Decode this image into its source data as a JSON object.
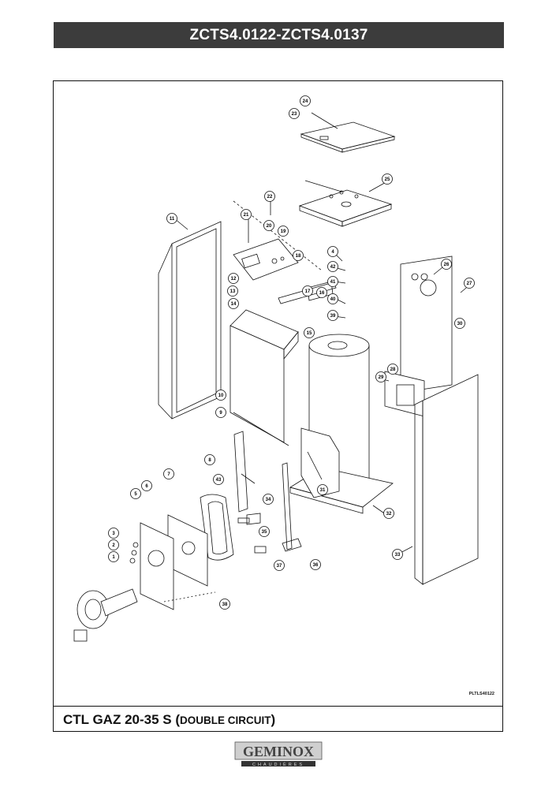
{
  "header": {
    "title": "ZCTS4.0122-ZCTS4.0137"
  },
  "caption": {
    "main": "CTL GAZ 20-35 S (",
    "smallcaps": "DOUBLE CIRCUIT",
    "close": ")"
  },
  "reference_code": "PLTLS40122",
  "logo": {
    "word": "GEMINOX",
    "tagline": "CHAUDIÈRES"
  },
  "parts": [
    "1",
    "2",
    "3",
    "4",
    "5",
    "6",
    "7",
    "8",
    "9",
    "10",
    "11",
    "12",
    "13",
    "14",
    "15",
    "16",
    "17",
    "18",
    "19",
    "20",
    "21",
    "22",
    "23",
    "24",
    "25",
    "26",
    "27",
    "28",
    "29",
    "30",
    "31",
    "32",
    "33",
    "34",
    "35",
    "36",
    "37",
    "38",
    "39",
    "40",
    "41",
    "42",
    "43"
  ],
  "colors": {
    "header_bg": "#3c3c3c",
    "header_text": "#ffffff",
    "line": "#111111"
  }
}
